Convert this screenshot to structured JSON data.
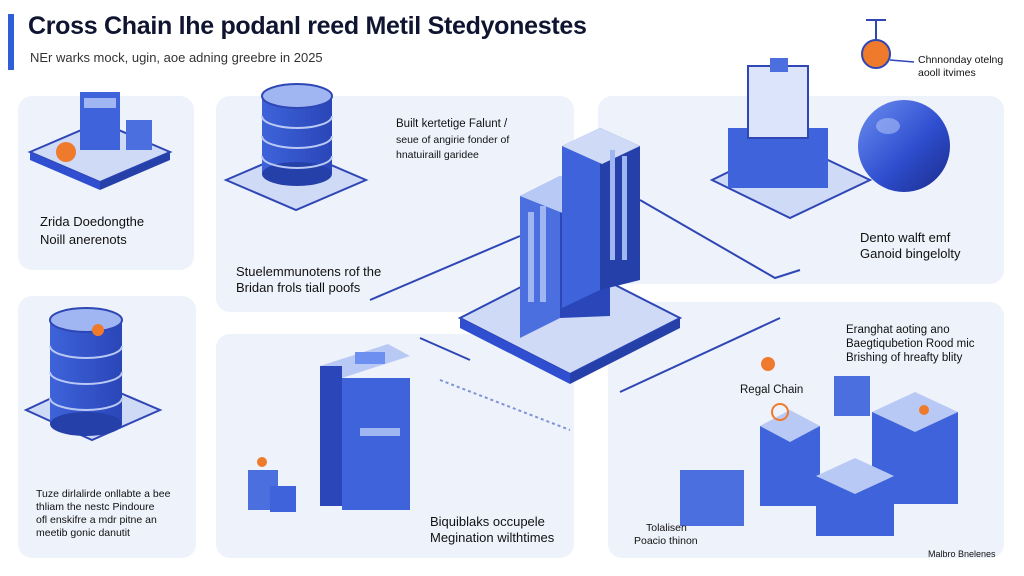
{
  "header": {
    "title": "Cross Chain lhe podanl reed Metil Stedyonestes",
    "subtitle": "NEr warks mock, ugin, aoe adning greebre in 2025"
  },
  "labels": {
    "panel_top_left": [
      "Zrida Doedongthe",
      "Noill anerenots"
    ],
    "panel_top_mid_a": [
      "Built kertetige Falunt /",
      "seue of angirie fonder of",
      "hnatuiraill garidee"
    ],
    "panel_top_mid_b": [
      "Stuelemmunotens rof the",
      "Bridan frols tiall poofs"
    ],
    "top_right_callout": [
      "Chnnonday otelng",
      "aooll itvimes"
    ],
    "panel_top_right": [
      "Dento walft emf",
      "Ganoid bingelolty"
    ],
    "panel_bot_left": [
      "Tuze dirlalirde onllabte a bee",
      "thliam the nestc Pindoure",
      "ofl enskifre a mdr pitne an",
      "meetib gonic danutit"
    ],
    "panel_bot_mid": [
      "Biquiblaks occupele",
      "Megination wilthtimes"
    ],
    "panel_bot_right_a": [
      "Eranghat aoting ano",
      "Baegtiqubetion Rood mic",
      "Brishing of hreafty blity"
    ],
    "panel_bot_right_b": "Regal Chain",
    "panel_bot_right_c": [
      "Tolalisen",
      "Poacio thinon"
    ],
    "corner_credit": "Malbro Bnelenes"
  },
  "colors": {
    "accent": "#2f5fd8",
    "panel": "#eef2fb",
    "blue_dark": "#2740b8",
    "blue_mid": "#4c6fe0",
    "blue_light": "#9fb6f2",
    "orange": "#f07a2c"
  }
}
